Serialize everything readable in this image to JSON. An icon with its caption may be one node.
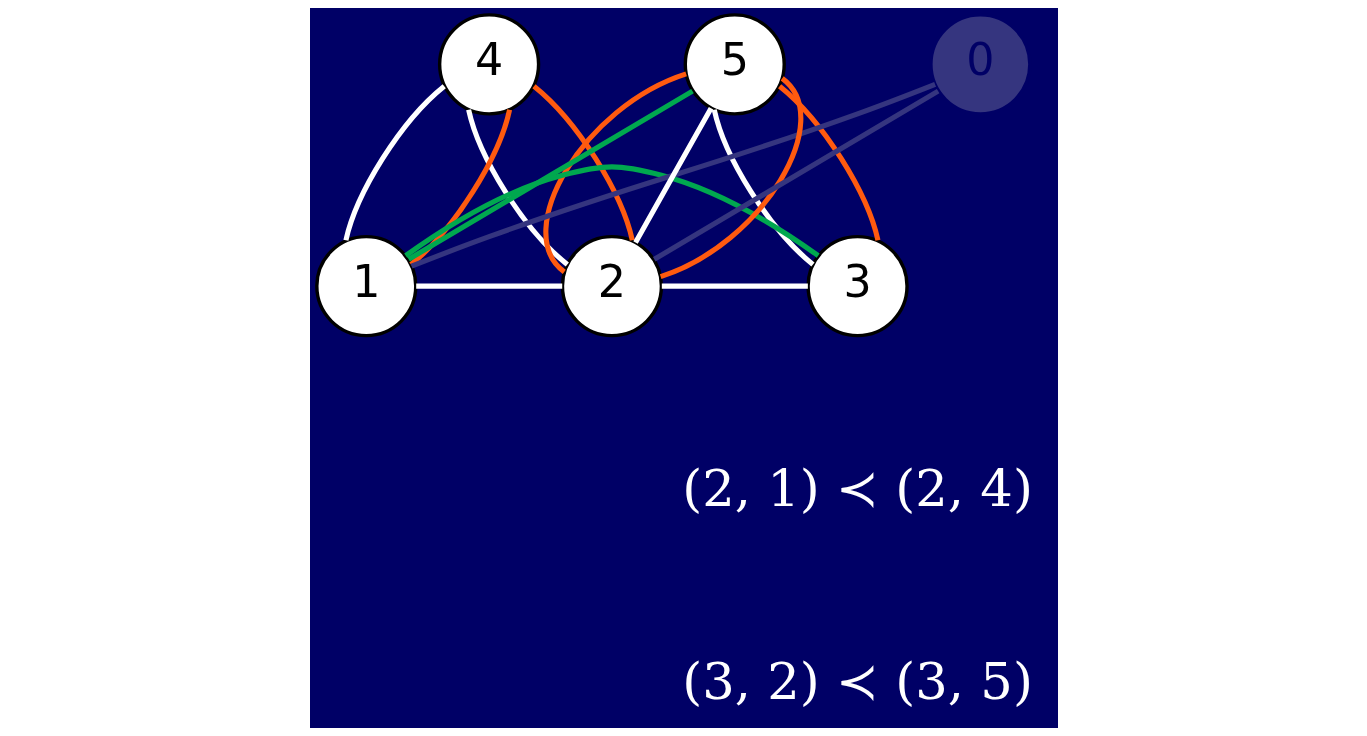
{
  "diagram": {
    "nodes": [
      {
        "text": [
          "4"
        ]
      },
      {
        "text": [
          "5"
        ]
      },
      {
        "text": [
          "1"
        ]
      },
      {
        "text": [
          "2"
        ]
      },
      {
        "text": [
          "3"
        ]
      },
      {
        "text": [
          "0"
        ]
      }
    ],
    "edges": [
      {
        "from": 2,
        "to": 0,
        "arrow": "none"
      },
      {
        "from": 0,
        "to": 3,
        "arrow": "none"
      },
      {
        "from": 2,
        "to": 3,
        "arrow": "none"
      },
      {
        "from": 3,
        "to": 1,
        "arrow": "none"
      },
      {
        "from": 1,
        "to": 4,
        "arrow": "none"
      },
      {
        "from": 3,
        "to": 4,
        "arrow": "none"
      },
      {
        "from": 2,
        "to": 5,
        "arrow": "none",
        "color": "#35357f"
      },
      {
        "from": 3,
        "to": 5,
        "arrow": "none",
        "color": "#35357f"
      },
      {
        "from": 2,
        "to": 0,
        "arrow": "none",
        "color": "#ff5a0f"
      },
      {
        "from": 0,
        "to": 3,
        "arrow": "none",
        "color": "#ff5a0f"
      },
      {
        "from": 3,
        "to": 1,
        "arrow": "none",
        "color": "#ff5a0f"
      },
      {
        "from": 1,
        "to": 4,
        "arrow": "none",
        "color": "#ff5a0f"
      },
      {
        "from": 1,
        "to": 3,
        "arrow": "none",
        "color": "#ff5a0f"
      },
      {
        "from": 2,
        "to": 1,
        "arrow": "none",
        "color": "#00a84f"
      },
      {
        "from": 2,
        "to": 4,
        "arrow": "none",
        "color": "#00a84f"
      }
    ],
    "labels": [
      "(2, 1) ≺ (2, 4)",
      "(3, 2) ≺ (3, 5)"
    ]
  }
}
